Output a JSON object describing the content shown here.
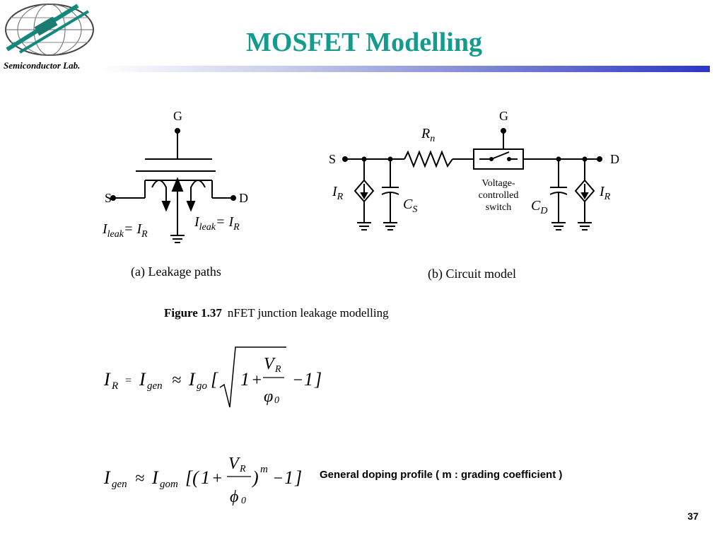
{
  "header": {
    "title": "MOSFET Modelling",
    "logo_text": "Semiconductor Lab."
  },
  "figure": {
    "left": {
      "gate": "G",
      "source": "S",
      "drain": "D",
      "leak_left_I": "I",
      "leak_left_sub": "leak",
      "leak_left_rhs_I": "= I",
      "leak_left_rhs_sub": "R",
      "leak_right_I": "I",
      "leak_right_sub": "leak",
      "leak_right_rhs_I": "= I",
      "leak_right_rhs_sub": "R",
      "caption": "(a)  Leakage paths"
    },
    "right": {
      "source": "S",
      "drain": "D",
      "gate": "G",
      "rn_main": "R",
      "rn_sub": "n",
      "ir_left_main": "I",
      "ir_left_sub": "R",
      "cs_main": "C",
      "cs_sub": "S",
      "switch_line1": "Voltage-",
      "switch_line2": "controlled",
      "switch_line3": "switch",
      "cd_main": "C",
      "cd_sub": "D",
      "ir_right_main": "I",
      "ir_right_sub": "R",
      "caption": "(b)  Circuit model"
    },
    "caption_bold": "Figure 1.37",
    "caption_rest": "nFET junction leakage modelling"
  },
  "equation1": {
    "lhs_I": "I",
    "lhs_sub": "R",
    "eq": "=",
    "gen_I": "I",
    "gen_sub": "gen",
    "approx": "≈",
    "go_I": "I",
    "go_sub": "go",
    "open": "[",
    "one": "1",
    "plus": "+",
    "num_V": "V",
    "num_sub": "R",
    "den_phi": "φ",
    "den_sub": "0",
    "minus": "−",
    "minus_one": "1",
    "close": "]"
  },
  "equation2": {
    "lhs_I": "I",
    "lhs_sub": "gen",
    "approx": "≈",
    "gom_I": "I",
    "gom_sub": "gom",
    "open": "[(",
    "one": "1",
    "plus": "+",
    "num_V": "V",
    "num_sub": "R",
    "den_phi": "ϕ",
    "den_sub": "0",
    "close_paren": ")",
    "exp": "m",
    "minus": "−",
    "minus_one": "1",
    "close": "]"
  },
  "note": "General doping profile ( m : grading coefficient )",
  "page_number": "37"
}
